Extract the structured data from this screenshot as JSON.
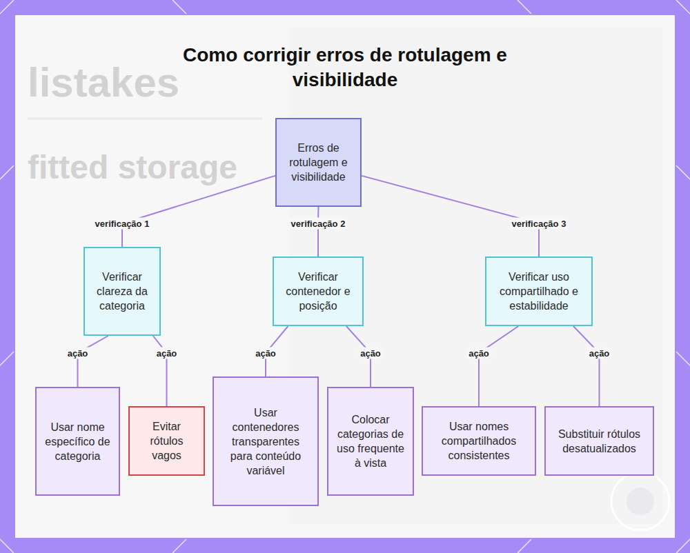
{
  "diagram": {
    "title": "Como corrigir erros de rotulagem e visibilidade",
    "nodes": [
      {
        "text": [
          "Erros de rotulagem e visibilidade"
        ]
      },
      {
        "text": [
          "Verificar clareza da categoria"
        ]
      },
      {
        "text": [
          "Verificar contenedor e posição"
        ]
      },
      {
        "text": [
          "Verificar uso compartilhado e estabilidade"
        ]
      },
      {
        "text": [
          "Usar nome específico de categoria"
        ]
      },
      {
        "text": [
          "Evitar rótulos vagos"
        ]
      },
      {
        "text": [
          "Usar contenedores transparentes para conteúdo variável"
        ]
      },
      {
        "text": [
          "Colocar categorias de uso frequente à vista"
        ]
      },
      {
        "text": [
          "Usar nomes compartilhados consistentes"
        ]
      },
      {
        "text": [
          "Substituir rótulos desatualizados"
        ]
      }
    ],
    "edges": [
      {
        "from": 0,
        "to": 1,
        "label": "verificação 1",
        "arrow": "none"
      },
      {
        "from": 0,
        "to": 2,
        "label": "verificação 2",
        "arrow": "none"
      },
      {
        "from": 0,
        "to": 3,
        "label": "verificação 3",
        "arrow": "none"
      },
      {
        "from": 1,
        "to": 4,
        "label": "ação",
        "arrow": "none"
      },
      {
        "from": 1,
        "to": 5,
        "label": "ação",
        "arrow": "none"
      },
      {
        "from": 2,
        "to": 6,
        "label": "ação",
        "arrow": "none"
      },
      {
        "from": 2,
        "to": 7,
        "label": "ação",
        "arrow": "none"
      },
      {
        "from": 3,
        "to": 8,
        "label": "ação",
        "arrow": "none"
      },
      {
        "from": 3,
        "to": 9,
        "label": "ação",
        "arrow": "none"
      }
    ],
    "labels": [
      "listakes",
      "fitted storage"
    ]
  }
}
